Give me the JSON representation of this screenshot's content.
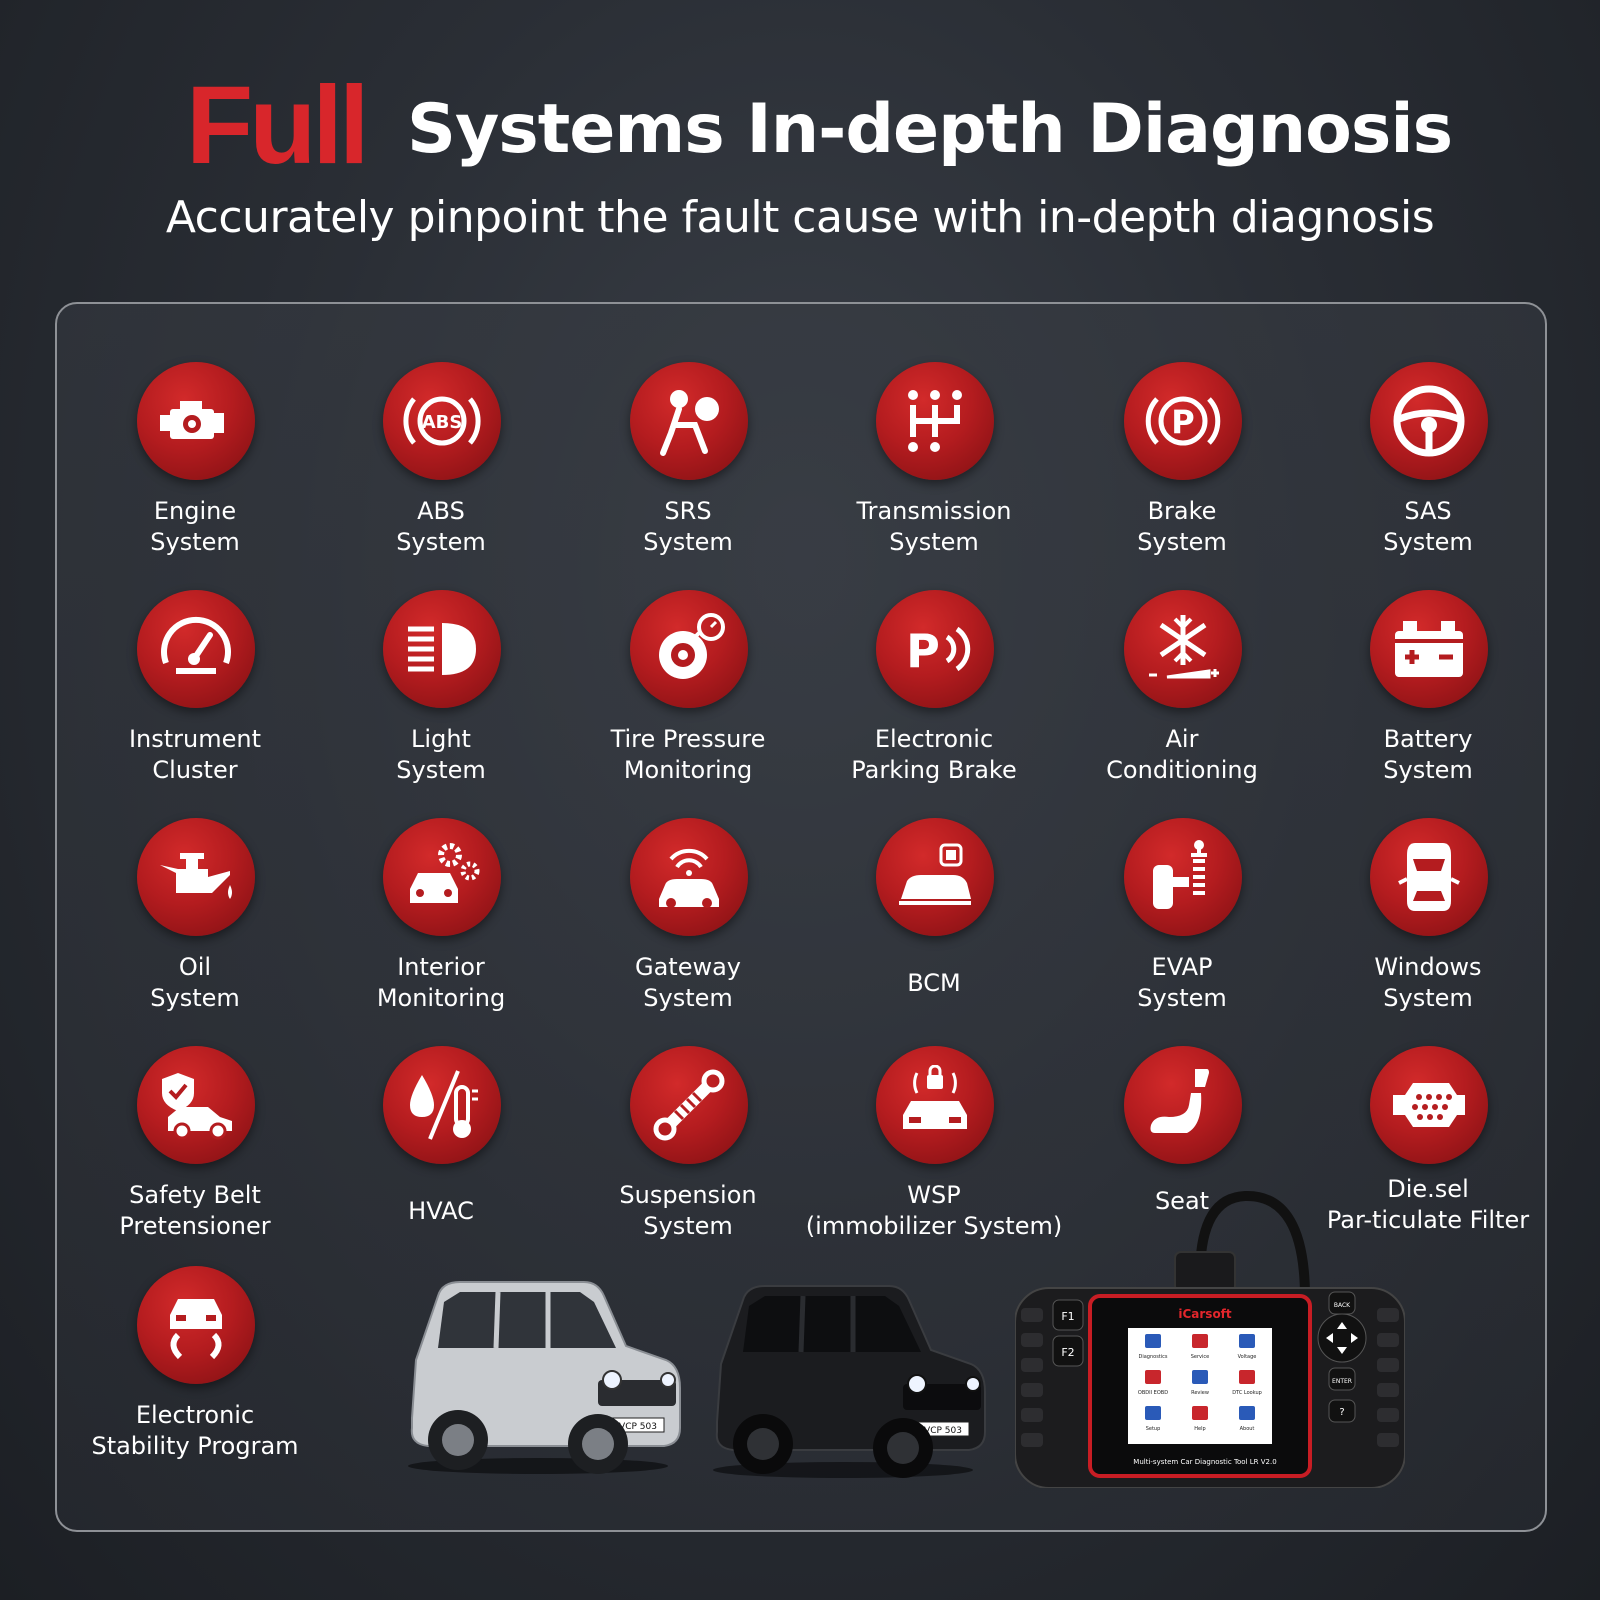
{
  "header": {
    "title_accent": "Full",
    "title_rest": "Systems In-depth Diagnosis",
    "subtitle": "Accurately pinpoint the fault cause with in-depth diagnosis"
  },
  "systems": [
    {
      "label": "Engine\nSystem",
      "icon": "engine-icon"
    },
    {
      "label": "ABS\nSystem",
      "icon": "abs-icon"
    },
    {
      "label": "SRS\nSystem",
      "icon": "airbag-icon"
    },
    {
      "label": "Transmission\nSystem",
      "icon": "gear-shift-icon"
    },
    {
      "label": "Brake\nSystem",
      "icon": "parking-brake-icon"
    },
    {
      "label": "SAS\nSystem",
      "icon": "steering-wheel-icon"
    },
    {
      "label": "Instrument\nCluster",
      "icon": "speedometer-icon"
    },
    {
      "label": "Light\nSystem",
      "icon": "headlight-icon"
    },
    {
      "label": "Tire Pressure\nMonitoring",
      "icon": "tire-pressure-icon"
    },
    {
      "label": "Electronic\nParking Brake",
      "icon": "electronic-parking-icon"
    },
    {
      "label": "Air\nConditioning",
      "icon": "snowflake-icon"
    },
    {
      "label": "Battery\nSystem",
      "icon": "battery-icon"
    },
    {
      "label": "Oil\nSystem",
      "icon": "oil-can-icon"
    },
    {
      "label": "Interior\nMonitoring",
      "icon": "car-gears-icon"
    },
    {
      "label": "Gateway\nSystem",
      "icon": "connected-car-icon"
    },
    {
      "label": "BCM",
      "icon": "car-chip-icon"
    },
    {
      "label": "EVAP\nSystem",
      "icon": "evap-icon"
    },
    {
      "label": "Windows\nSystem",
      "icon": "car-top-view-icon"
    },
    {
      "label": "Safety Belt\nPretensioner",
      "icon": "safety-car-icon"
    },
    {
      "label": "HVAC",
      "icon": "humidity-thermometer-icon"
    },
    {
      "label": "Suspension\nSystem",
      "icon": "shock-absorber-icon"
    },
    {
      "label": "WSP\n(immobilizer System)",
      "icon": "car-lock-icon"
    },
    {
      "label": "Seat",
      "icon": "seat-icon"
    },
    {
      "label": "Die.sel\nPar-ticulate Filter",
      "icon": "particulate-filter-icon"
    },
    {
      "label": "Electronic\nStability Program",
      "icon": "stability-car-icon"
    }
  ],
  "device": {
    "brand": "iCarsoft",
    "model": "Multi-system Car Diagnostic Tool LR V2.0",
    "keys": [
      "F1",
      "F2",
      "BACK",
      "ENTER",
      "?"
    ],
    "menu": [
      "Diagnostics",
      "Service",
      "Voltage",
      "OBDII EOBD",
      "Review",
      "DTC Lookup",
      "Setup",
      "Help",
      "About"
    ]
  },
  "plates": [
    "VCP 503",
    "VCP 503"
  ]
}
